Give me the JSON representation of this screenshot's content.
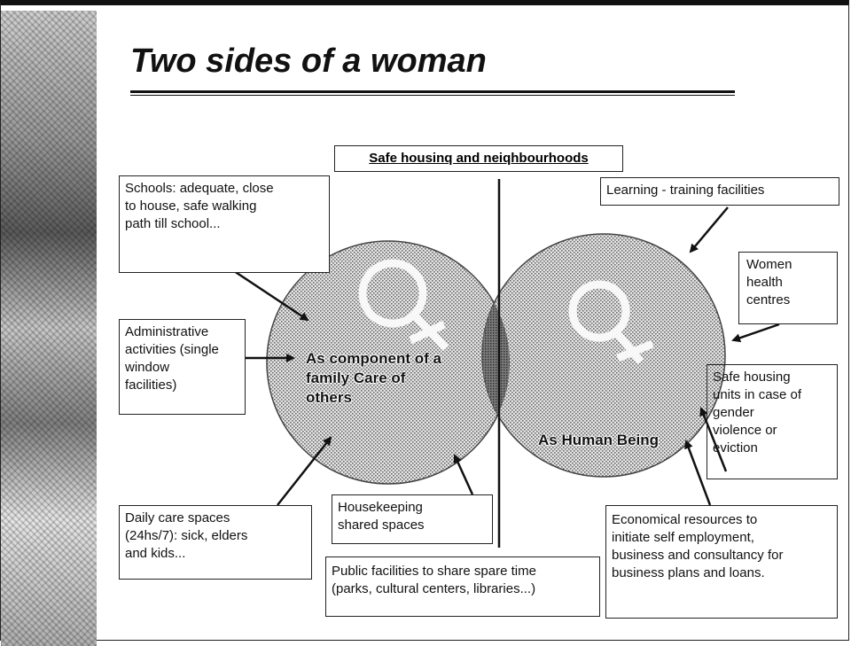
{
  "slide": {
    "title": "Two sides of a woman"
  },
  "diagram": {
    "header": "Safe housinq and neiqhbourhoods",
    "left_circle_label_lines": [
      "As component of a",
      "family Care of",
      "others"
    ],
    "right_circle_label": "As Human Being",
    "left_symbol": "female-symbol",
    "right_symbol": "female-symbol",
    "boxes": {
      "schools": [
        "Schools: adequate, close",
        "to house, safe walking",
        "path till school..."
      ],
      "administrative": [
        "Administrative",
        "activities (single",
        "window",
        "facilities)"
      ],
      "daily_care": [
        "Daily care spaces",
        "(24hs/7): sick, elders",
        "and kids..."
      ],
      "housekeeping": [
        "Housekeeping",
        "shared spaces"
      ],
      "public_facilities": [
        "Public facilities to share spare time",
        "(parks, cultural centers, libraries...)"
      ],
      "learning": [
        "Learning - training facilities"
      ],
      "health": [
        "Women",
        "health",
        "centres"
      ],
      "safe_housing_units": [
        "Safe housing",
        "units in case of",
        "gender",
        "violence or",
        "eviction"
      ],
      "economical": [
        "Economical resources to",
        "initiate self employment,",
        "business and consultancy for",
        "business plans and loans."
      ]
    }
  }
}
